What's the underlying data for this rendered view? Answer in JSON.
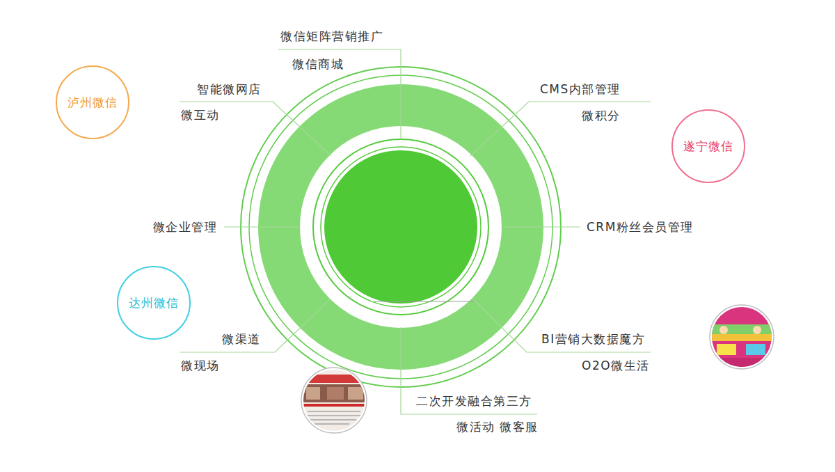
{
  "diagram": {
    "nodes": [
      {
        "text": [
          "泸州微信"
        ]
      },
      {
        "text": [
          "遂宁微信"
        ]
      },
      {
        "text": [
          "达州微信"
        ]
      }
    ],
    "labels": [
      "微信矩阵营销推广",
      "微信商城",
      "智能微网店",
      "微互动",
      "CMS内部管理",
      "微积分",
      "微企业管理",
      "CRM粉丝会员管理",
      "微渠道",
      "微现场",
      "BI营销大数据魔方",
      "O2O微生活",
      "二次开发融合第三方",
      "微活动 微客服"
    ]
  }
}
